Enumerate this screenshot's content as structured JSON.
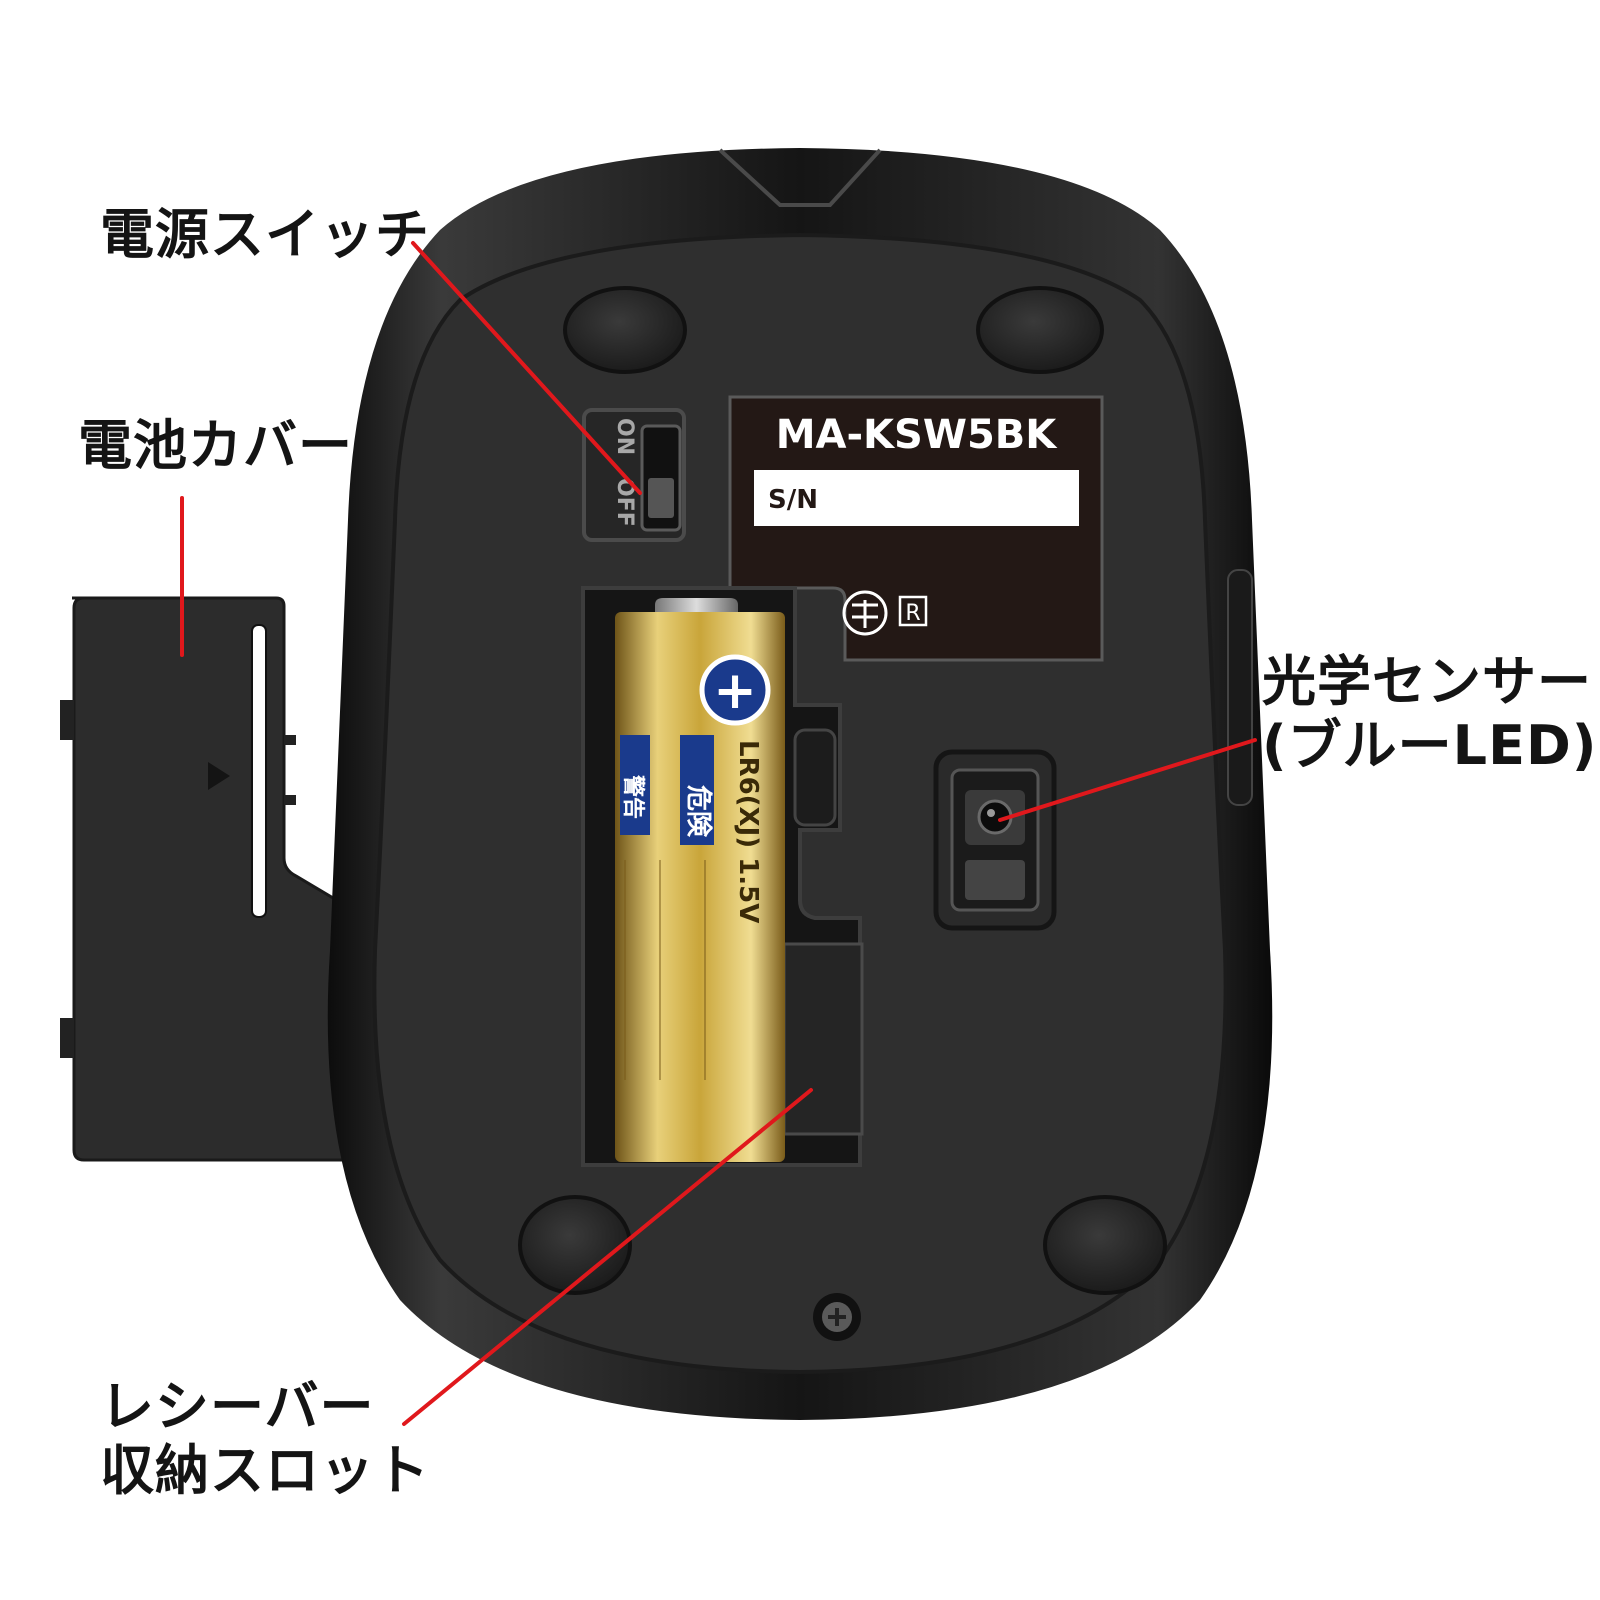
{
  "image": {
    "subject": "wireless mouse, bottom view with battery cover removed",
    "accent_color": "#e0181c",
    "body_color": "#1c1c1c",
    "base_color": "#2f2f2f",
    "battery_color": "#c9a53a"
  },
  "callouts": {
    "power_switch": "電源スイッチ",
    "battery_cover": "電池カバー",
    "optical_sensor_line1": "光学センサー",
    "optical_sensor_line2": "(ブルーLED)",
    "receiver_slot_line1": "レシーバー",
    "receiver_slot_line2": "収納スロット"
  },
  "mouse": {
    "model": "MA-KSW5BK",
    "serial_label": "S/N",
    "cert_mark": "R",
    "switch_on": "ON",
    "switch_off": "OFF"
  },
  "battery": {
    "plus": "+",
    "type": "LR6(XJ) 1.5V",
    "danger": "危険",
    "warning": "警告"
  }
}
